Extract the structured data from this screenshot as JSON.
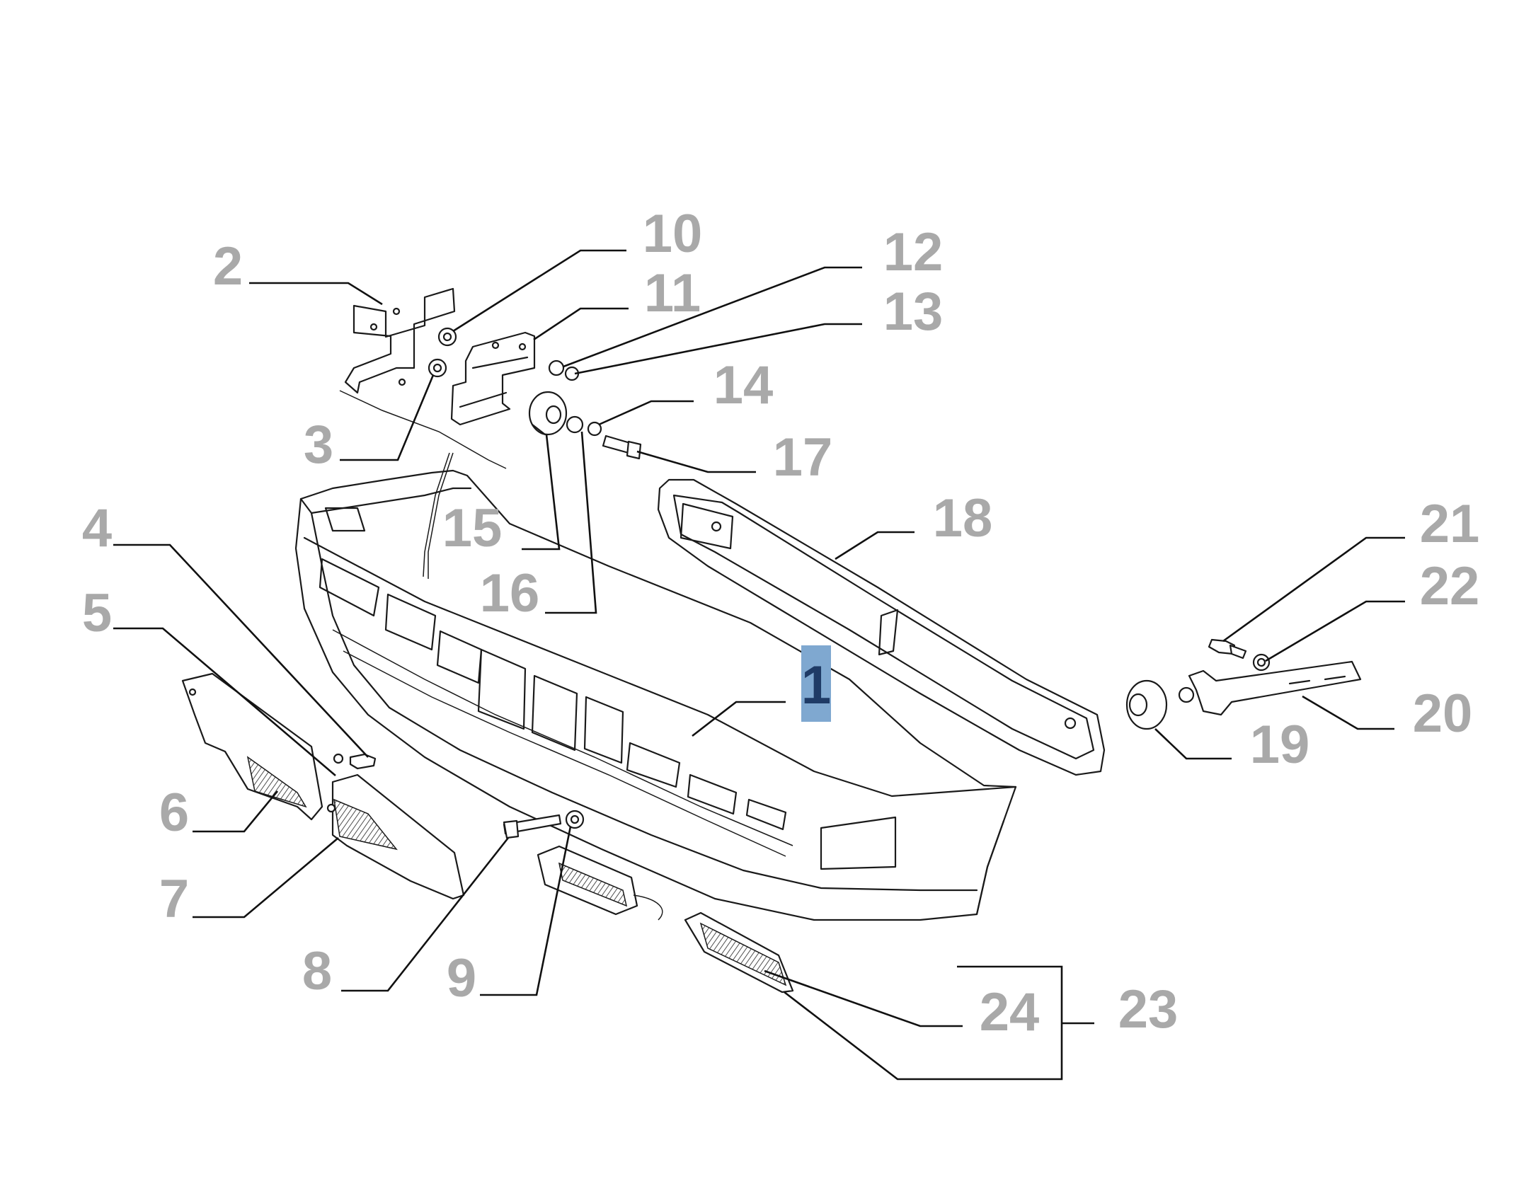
{
  "diagram": {
    "callouts": [
      {
        "id": "1",
        "label": "1",
        "highlighted": true
      },
      {
        "id": "2",
        "label": "2"
      },
      {
        "id": "3",
        "label": "3"
      },
      {
        "id": "4",
        "label": "4"
      },
      {
        "id": "5",
        "label": "5"
      },
      {
        "id": "6",
        "label": "6"
      },
      {
        "id": "7",
        "label": "7"
      },
      {
        "id": "8",
        "label": "8"
      },
      {
        "id": "9",
        "label": "9"
      },
      {
        "id": "10",
        "label": "10"
      },
      {
        "id": "11",
        "label": "11"
      },
      {
        "id": "12",
        "label": "12"
      },
      {
        "id": "13",
        "label": "13"
      },
      {
        "id": "14",
        "label": "14"
      },
      {
        "id": "15",
        "label": "15"
      },
      {
        "id": "16",
        "label": "16"
      },
      {
        "id": "17",
        "label": "17"
      },
      {
        "id": "18",
        "label": "18"
      },
      {
        "id": "19",
        "label": "19"
      },
      {
        "id": "20",
        "label": "20"
      },
      {
        "id": "21",
        "label": "21"
      },
      {
        "id": "22",
        "label": "22"
      },
      {
        "id": "23",
        "label": "23"
      },
      {
        "id": "24",
        "label": "24"
      }
    ],
    "colors": {
      "label": "#a9a9a9",
      "highlight_fill": "#7fa8d0",
      "highlight_text": "#1f3b66",
      "line": "#1a1a1a"
    }
  }
}
